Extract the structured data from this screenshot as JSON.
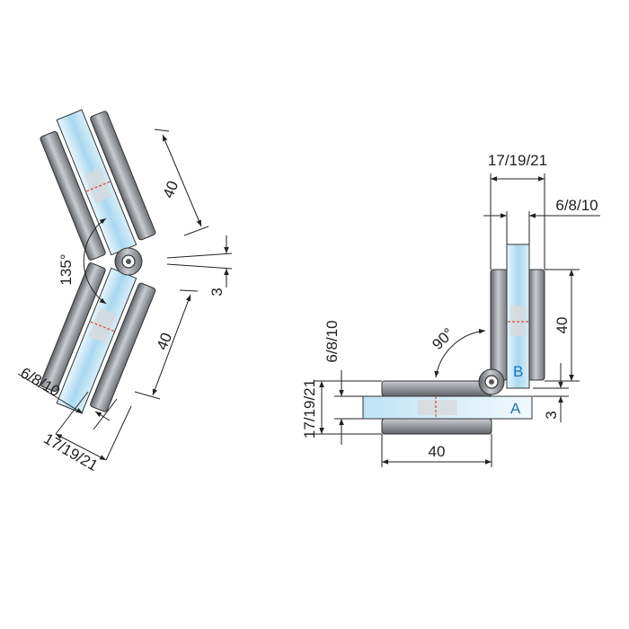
{
  "diagram": {
    "left_hinge": {
      "angle_label": "135°",
      "leaf_length_label": "40",
      "leaf_length_label_lower": "40",
      "gap_label": "3",
      "glass_thickness_label": "6/8/10",
      "total_thickness_label": "17/19/21"
    },
    "right_hinge": {
      "angle_label": "90°",
      "top_total_label": "17/19/21",
      "top_glass_label": "6/8/10",
      "vertical_leaf_label": "40",
      "gap_label": "3",
      "left_glass_label": "6/8/10",
      "left_total_label": "17/19/21",
      "bottom_leaf_label": "40",
      "panel_a_label": "A",
      "panel_b_label": "B"
    },
    "colors": {
      "glass": "#bfe3f5",
      "metal": "#8a8d92",
      "accent_text": "#1e73b8",
      "seal_line": "#e0452b"
    }
  }
}
